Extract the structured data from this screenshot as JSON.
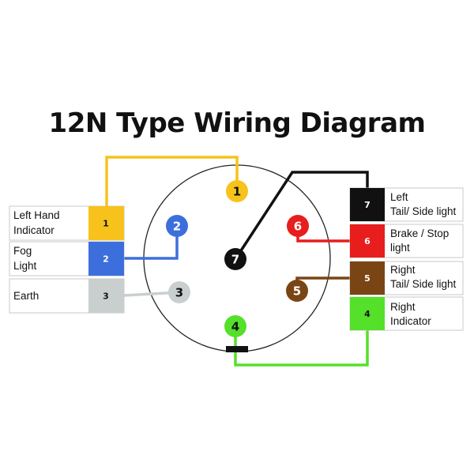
{
  "title": "12N Type Wiring Diagram",
  "colors": {
    "yellow": "#f7c21b",
    "blue": "#3d6fdc",
    "grey": "#c9cfcf",
    "black": "#111111",
    "red": "#e81d1d",
    "brown": "#7a4514",
    "green": "#55e02a"
  },
  "pins": [
    {
      "number": "1",
      "label_lines": [
        "Left Hand",
        "Indicator"
      ],
      "color": "yellow",
      "side": "left"
    },
    {
      "number": "2",
      "label_lines": [
        "Fog",
        "Light"
      ],
      "color": "blue",
      "side": "left"
    },
    {
      "number": "3",
      "label_lines": [
        "Earth"
      ],
      "color": "grey",
      "side": "left"
    },
    {
      "number": "7",
      "label_lines": [
        "Left",
        "Tail/ Side light"
      ],
      "color": "black",
      "side": "right"
    },
    {
      "number": "6",
      "label_lines": [
        "Brake / Stop",
        "light"
      ],
      "color": "red",
      "side": "right"
    },
    {
      "number": "5",
      "label_lines": [
        "Right",
        "Tail/ Side light"
      ],
      "color": "brown",
      "side": "right"
    },
    {
      "number": "4",
      "label_lines": [
        "Right",
        "Indicator"
      ],
      "color": "green",
      "side": "right"
    }
  ]
}
